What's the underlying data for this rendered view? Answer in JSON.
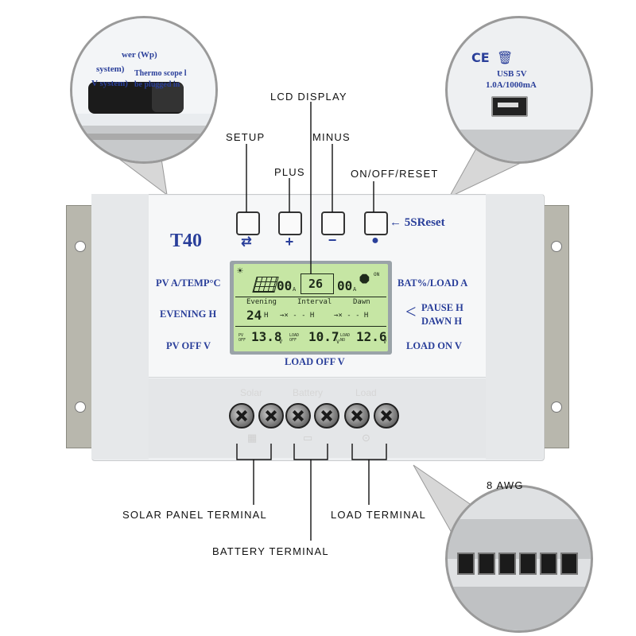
{
  "callouts": {
    "lcd_display": "LCD  DISPLAY",
    "setup": "SETUP",
    "minus": "MINUS",
    "plus": "PLUS",
    "on_off_reset": "ON/OFF/RESET",
    "reset_hint": "5SReset",
    "solar_terminal": "SOLAR  PANEL  TERMINAL",
    "load_terminal": "LOAD  TERMINAL",
    "battery_terminal": "BATTERY  TERMINAL",
    "awg": "8  AWG"
  },
  "inset_top_left": {
    "line1": "wer (Wp)",
    "line2": "system)",
    "line3": "V system)",
    "line4": "Thermo scope l",
    "line5": "be plugged in"
  },
  "inset_top_right": {
    "usb_line1": "USB 5V",
    "usb_line2": "1.0A/1000mA"
  },
  "device": {
    "model": "T40",
    "labels": {
      "pv_a_temp_c": "PV A/TEMP°C",
      "evening_h": "EVENING H",
      "pv_off_v": "PV OFF V",
      "load_off_v": "LOAD OFF V",
      "bat_load_a": "BAT%/LOAD A",
      "pause_h": "PAUSE H",
      "dawn_h": "DAWN H",
      "load_on_v": "LOAD ON V"
    },
    "terminal_labels": {
      "solar": "Solar",
      "battery": "Battery",
      "load": "Load"
    }
  },
  "lcd": {
    "top_pv_current": "00",
    "top_unit_a": "A",
    "top_temp": "26",
    "top_load_current": "00",
    "on_indicator": "ON",
    "row2": {
      "evening": "Evening",
      "interval": "Interval",
      "dawn": "Dawn",
      "evening_value": "24",
      "unit_h": "H",
      "mid": "→× - - H",
      "right": "→× - - H"
    },
    "row3": {
      "pv_off_label": "PV OFF",
      "pv_off_value": "13.8",
      "load_off_label": "LOAD OFF",
      "load_off_value": "10.7",
      "load_no_label": "LOAD NO",
      "load_no_value": "12.6",
      "unit_v": "V"
    }
  },
  "colors": {
    "label_blue": "#2a3f9a",
    "lcd_green": "#c6e6a4",
    "device_body": "#eef0f2",
    "bracket": "#b8b7ad"
  }
}
